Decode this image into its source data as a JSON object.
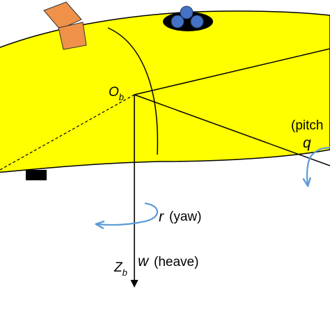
{
  "colors": {
    "hull_fill": "#ffff00",
    "hull_stroke": "#000000",
    "mast_fill": "#f0914a",
    "sensor_fill": "#4472c4",
    "sensor_base": "#000000",
    "rotation_arrow": "#5b9bd5",
    "background": "#ffffff"
  },
  "labels": {
    "origin_main": "O",
    "origin_sub": "b",
    "axis_z_main": "Z",
    "axis_z_sub": "b",
    "pitch_text": "(pitch",
    "pitch_symbol": "q",
    "yaw_symbol": "r",
    "yaw_text": "(yaw)",
    "heave_symbol": "w",
    "heave_text": "(heave)"
  },
  "icons": {
    "mast": "orange-mast-block",
    "sensor_dome": "blue-sphere-cluster",
    "keel_fin": "black-fin-block",
    "yaw_arrow": "curved-rotation-arrow",
    "pitch_arrow": "curved-rotation-arrow"
  }
}
